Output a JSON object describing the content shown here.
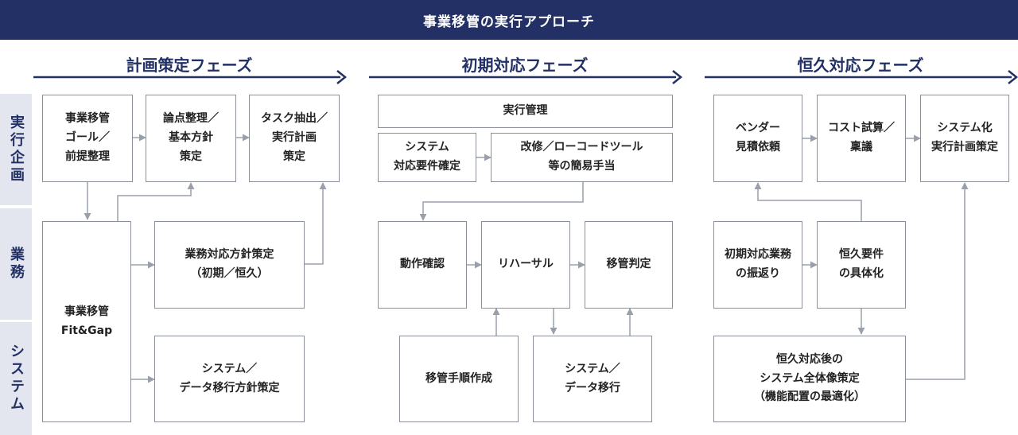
{
  "header": {
    "title": "事業移管の実行アプローチ"
  },
  "phases": {
    "planning": "計画策定フェーズ",
    "initial": "初期対応フェーズ",
    "permanent": "恒久対応フェーズ"
  },
  "rows": {
    "execution": "実行企画",
    "business": "業務",
    "system": "システム"
  },
  "boxes": {
    "goal": "事業移管\nゴール／\n前提整理",
    "issues": "論点整理／\n基本方針\n策定",
    "tasks": "タスク抽出／\n実行計画\n策定",
    "fitgap": "事業移管\nFit&Gap",
    "biz_policy": "業務対応方針策定\n（初期／恒久）",
    "sys_policy": "システム／\nデータ移行方針策定",
    "exec_mgmt": "実行管理",
    "sys_req": "システム\n対応要件確定",
    "lowcode": "改修／ローコードツール\n等の簡易手当",
    "op_check": "動作確認",
    "rehearsal": "リハーサル",
    "judgment": "移管判定",
    "procedure": "移管手順作成",
    "sys_migration": "システム／\nデータ移行",
    "vendor": "ベンダー\n見積依頼",
    "cost": "コスト試算／\n稟議",
    "sys_plan": "システム化\n実行計画策定",
    "review": "初期対応業務\nの振返り",
    "req_concrete": "恒久要件\nの具体化",
    "sys_design": "恒久対応後の\nシステム全体像策定\n（機能配置の最適化）"
  },
  "colors": {
    "navy": "#233065",
    "row_bg": "#e3e6ee",
    "border": "#8a8f99",
    "arrow": "#9aa0ab"
  }
}
